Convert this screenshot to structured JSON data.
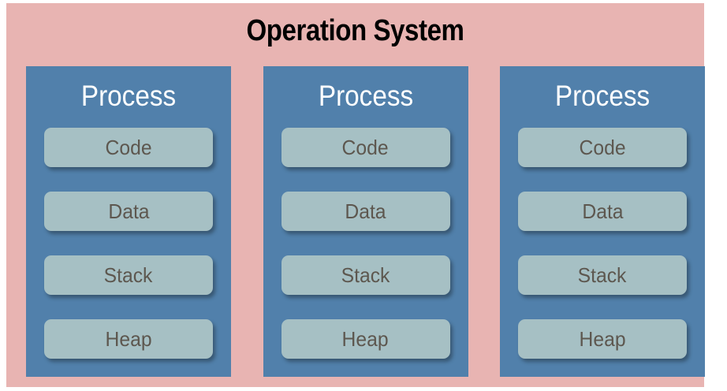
{
  "diagram": {
    "title": "Operation System",
    "background_color": "#e8b4b2",
    "page_color": "#ffffff",
    "process_color": "#5180ab",
    "segment_color": "#a6c0c4",
    "segment_text_color": "#5d574f",
    "title_text_color": "#000000",
    "process_title_color": "#ffffff"
  },
  "processes": [
    {
      "title": "Process",
      "segments": [
        {
          "label": "Code"
        },
        {
          "label": "Data"
        },
        {
          "label": "Stack"
        },
        {
          "label": "Heap"
        }
      ]
    },
    {
      "title": "Process",
      "segments": [
        {
          "label": "Code"
        },
        {
          "label": "Data"
        },
        {
          "label": "Stack"
        },
        {
          "label": "Heap"
        }
      ]
    },
    {
      "title": "Process",
      "segments": [
        {
          "label": "Code"
        },
        {
          "label": "Data"
        },
        {
          "label": "Stack"
        },
        {
          "label": "Heap"
        }
      ]
    }
  ]
}
